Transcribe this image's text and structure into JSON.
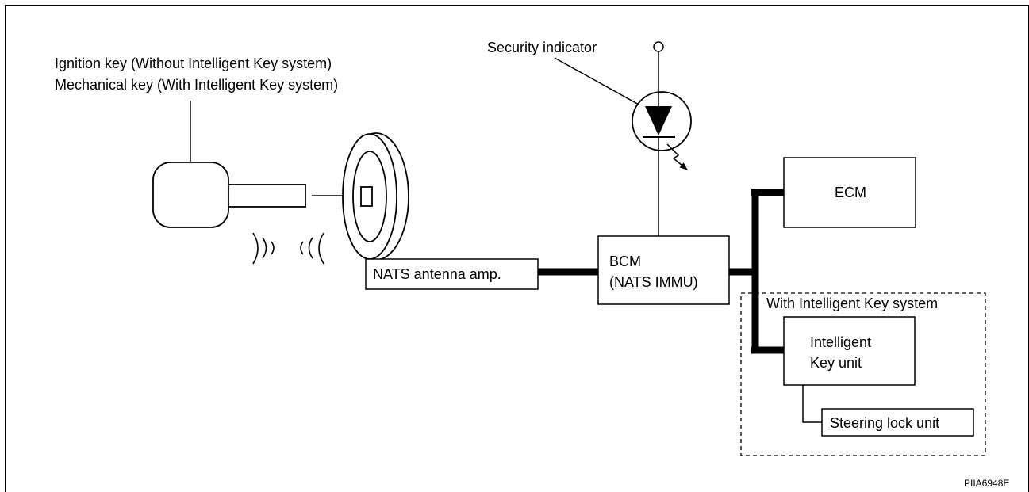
{
  "key_caption": {
    "line1": "Ignition key (Without Intelligent Key system)",
    "line2": "Mechanical key (With Intelligent Key system)"
  },
  "security_indicator": {
    "label": "Security indicator"
  },
  "nats_antenna": {
    "label": "NATS antenna amp."
  },
  "bcm": {
    "line1": "BCM",
    "line2": "(NATS IMMU)"
  },
  "ecm": {
    "label": "ECM"
  },
  "intelligent_key_group": {
    "label": "With Intelligent Key system"
  },
  "intelligent_key_unit": {
    "line1": "Intelligent",
    "line2": "Key unit"
  },
  "steering_lock_unit": {
    "label": "Steering lock unit"
  },
  "figure_code": "PIIA6948E"
}
